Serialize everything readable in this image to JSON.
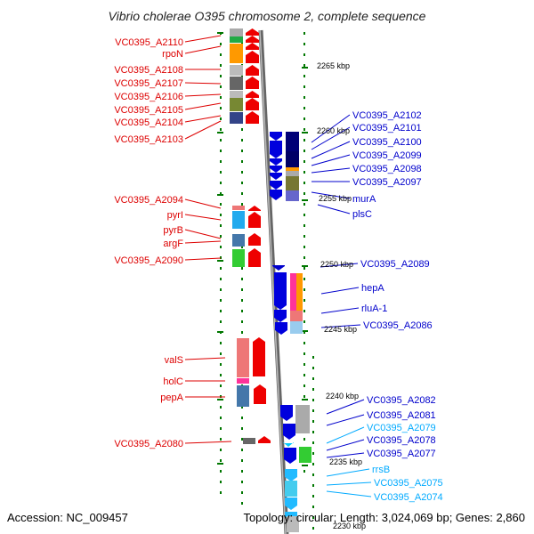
{
  "title": "Vibrio cholerae O395 chromosome 2, complete sequence",
  "footer": {
    "accession": "Accession: NC_009457",
    "topology": "Topology: circular; Length: 3,024,069 bp; Genes: 2,860"
  },
  "colors": {
    "left_label": "#dd0000",
    "right_label": "#0000cc",
    "light_label": "#00aaff",
    "tick": "#007700",
    "backbone": "#888888"
  },
  "kbp_ticks": [
    "2265 kbp",
    "2260 kbp",
    "2255 kbp",
    "2250 kbp",
    "2245 kbp",
    "2240 kbp",
    "2235 kbp",
    "2230 kbp"
  ],
  "left_genes": [
    "VC0395_A2110",
    "rpoN",
    "VC0395_A2108",
    "VC0395_A2107",
    "VC0395_A2106",
    "VC0395_A2105",
    "VC0395_A2104",
    "VC0395_A2103",
    "VC0395_A2094",
    "pyrI",
    "pyrB",
    "argF",
    "VC0395_A2090",
    "valS",
    "holC",
    "pepA",
    "VC0395_A2080"
  ],
  "right_genes": [
    "VC0395_A2102",
    "VC0395_A2101",
    "VC0395_A2100",
    "VC0395_A2099",
    "VC0395_A2098",
    "VC0395_A2097",
    "murA",
    "plsC",
    "VC0395_A2089",
    "hepA",
    "rluA-1",
    "VC0395_A2086",
    "VC0395_A2082",
    "VC0395_A2081",
    "VC0395_A2079",
    "VC0395_A2078",
    "VC0395_A2077",
    "rrsB",
    "VC0395_A2075",
    "VC0395_A2074"
  ]
}
